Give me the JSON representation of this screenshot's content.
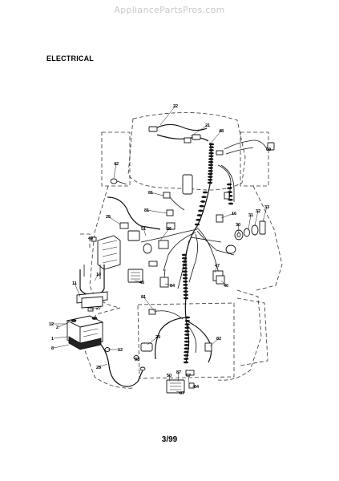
{
  "watermark": "AppliancePartsPros.com",
  "section_title": "ELECTRICAL",
  "page_number": "3/99",
  "callouts": [
    "22",
    "21",
    "48",
    "60",
    "42",
    "81",
    "81",
    "25",
    "16",
    "30",
    "31",
    "32",
    "33",
    "49",
    "51",
    "26",
    "47",
    "45",
    "46",
    "84",
    "10",
    "11",
    "27",
    "81",
    "12",
    "2",
    "1",
    "8",
    "12",
    "29",
    "82",
    "28",
    "53",
    "50",
    "87",
    "67",
    "64",
    "87"
  ]
}
